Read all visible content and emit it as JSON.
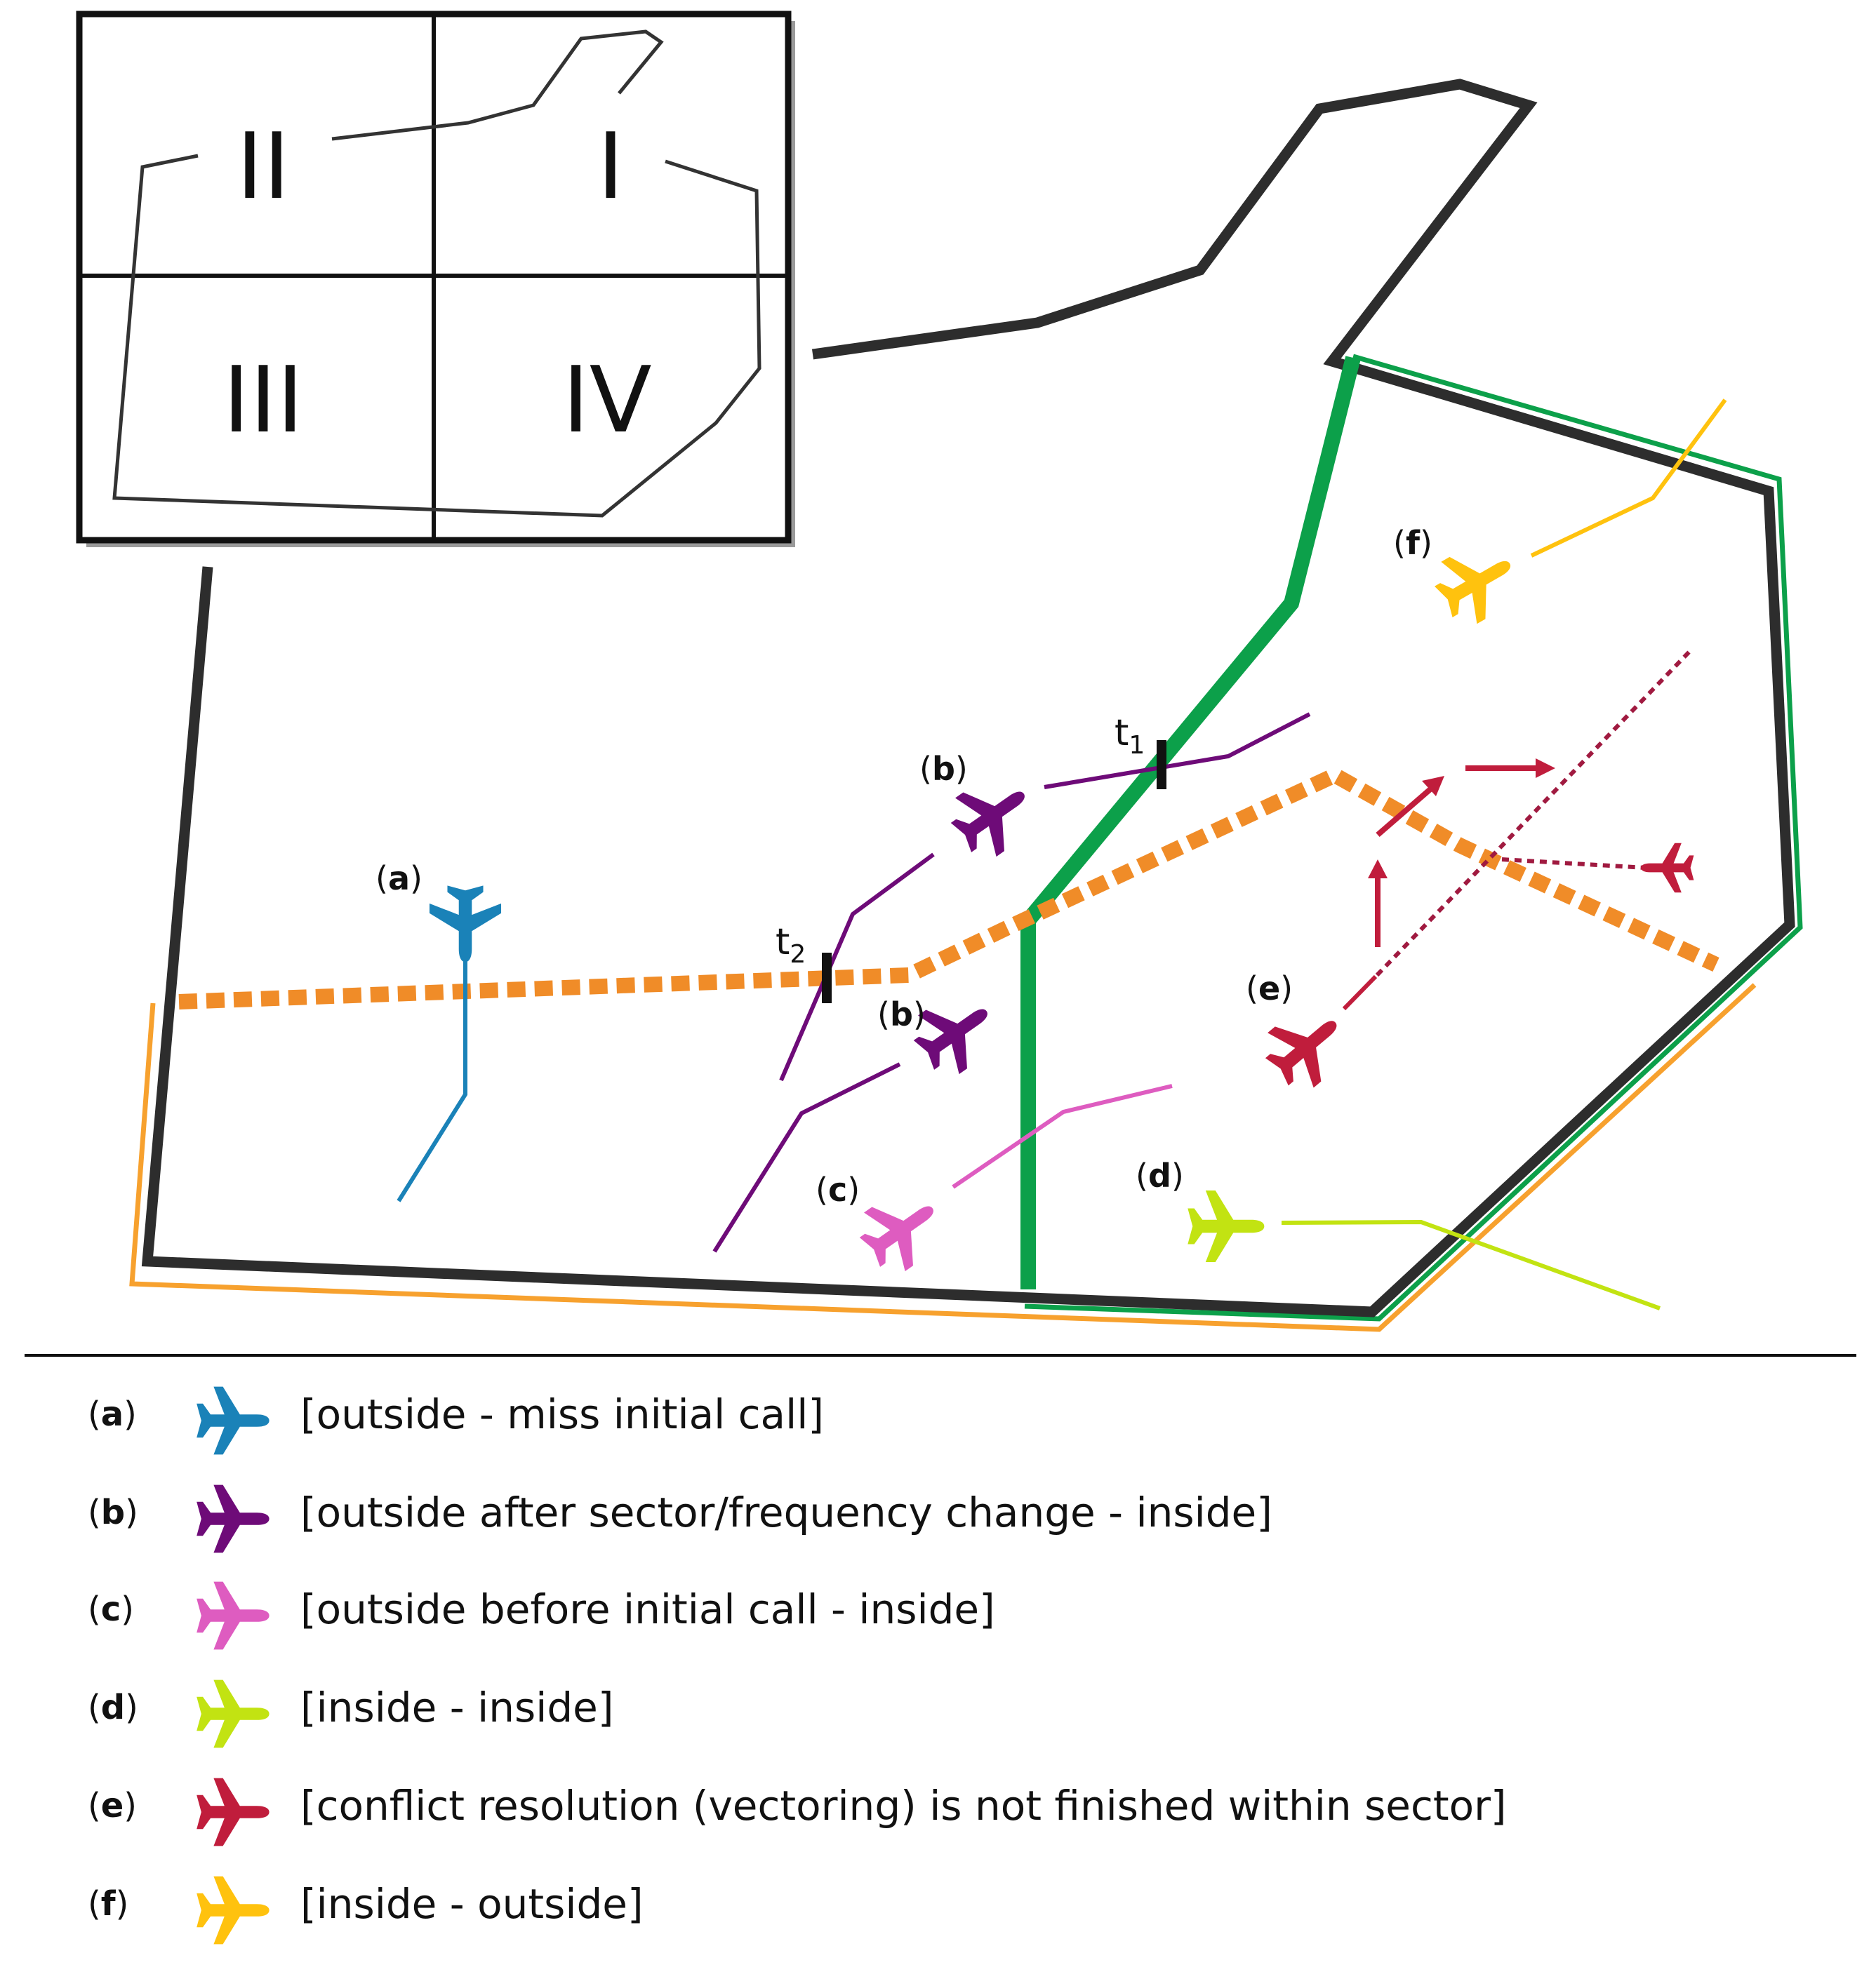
{
  "quadrants": [
    "I",
    "II",
    "III",
    "IV"
  ],
  "times": {
    "t1": "t",
    "t1_sub": "1",
    "t2": "t",
    "t2_sub": "2"
  },
  "labels": {
    "a": "a",
    "b": "b",
    "c": "c",
    "d": "d",
    "e": "e",
    "f": "f",
    "open": "(",
    "close": ")"
  },
  "legend": [
    {
      "letter": "a",
      "color": "#1a82b8",
      "text": "[outside - miss initial call]"
    },
    {
      "letter": "b",
      "color": "#6e0b78",
      "text": "[outside after sector/frequency change - inside]"
    },
    {
      "letter": "c",
      "color": "#de5cc0",
      "text": "[outside before initial call - inside]"
    },
    {
      "letter": "d",
      "color": "#c2e312",
      "text": "[inside - inside]"
    },
    {
      "letter": "e",
      "color": "#c01d3c",
      "text": "[conflict resolution (vectoring) is not finished within sector]"
    },
    {
      "letter": "f",
      "color": "#ffc20e",
      "text": "[inside - outside]"
    }
  ],
  "colors": {
    "sector_border": "#2d2d2d",
    "green_boundary": "#0ca04a",
    "orange_route": "#f08c28",
    "orange_outline": "#f7a12e"
  }
}
